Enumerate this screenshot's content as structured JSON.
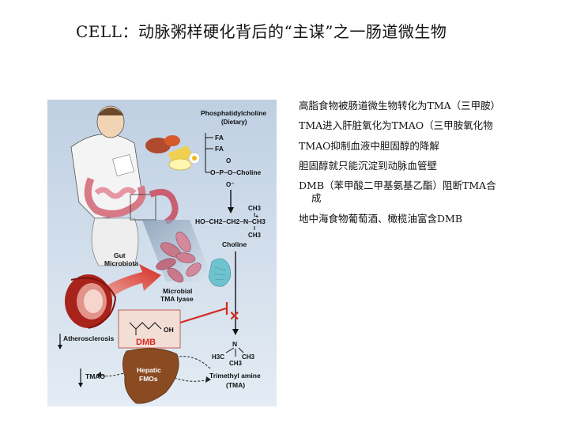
{
  "slide": {
    "title": "CELL：动脉粥样硬化背后的“主谋”之一肠道微生物"
  },
  "bullets": [
    {
      "text": "高脂食物被肠道微生物转化为TMA（三甲胺）"
    },
    {
      "text": "TMA进入肝脏氧化为TMAO（三甲胺氧化物"
    },
    {
      "text": "TMAO抑制血液中胆固醇的降解"
    },
    {
      "text": "胆固醇就只能沉淀到动脉血管壁"
    },
    {
      "text": "DMB（苯甲酸二甲基氨基乙酯）阻断TMA合",
      "cont": "成"
    },
    {
      "text": "地中海食物葡萄酒、橄榄油富含DMB"
    }
  ],
  "figure": {
    "phosphatidylcholine": "Phosphatidylcholine",
    "dietary": "(Dietary)",
    "fa1": "FA",
    "fa2": "FA",
    "phospho_o_top": "O",
    "phospho_chain": "O–P–O–Choline",
    "phospho_o_bottom": "O⁻",
    "ch3_top": "CH3",
    "choline_formula": "HO–CH2–CH2–N–CH3",
    "n_plus": "+",
    "ch3_bottom": "CH3",
    "choline": "Choline",
    "gut_microbiota_1": "Gut",
    "gut_microbiota_2": "Microbiota",
    "lyase_1": "Microbial",
    "lyase_2": "TMA lyase",
    "oh": "OH",
    "dmb": "DMB",
    "x_mark": "✕",
    "atherosclerosis": "Atherosclerosis",
    "tma_n": "N",
    "tma_h3c": "H3C",
    "tma_ch3_right": "CH3",
    "tma_ch3_bottom": "CH3",
    "trimethylamine_1": "Trimethyl amine",
    "trimethylamine_2": "(TMA)",
    "hepatic_1": "Hepatic",
    "hepatic_2": "FMOs",
    "tmao": "TMAO",
    "colors": {
      "panel_bg": "#c9d7e6",
      "dmb_red": "#d42a20",
      "liver": "#8a4a22",
      "vessel": "#a8231c",
      "microbe": "#c87a8c",
      "lyase": "#6ec3cf"
    }
  }
}
